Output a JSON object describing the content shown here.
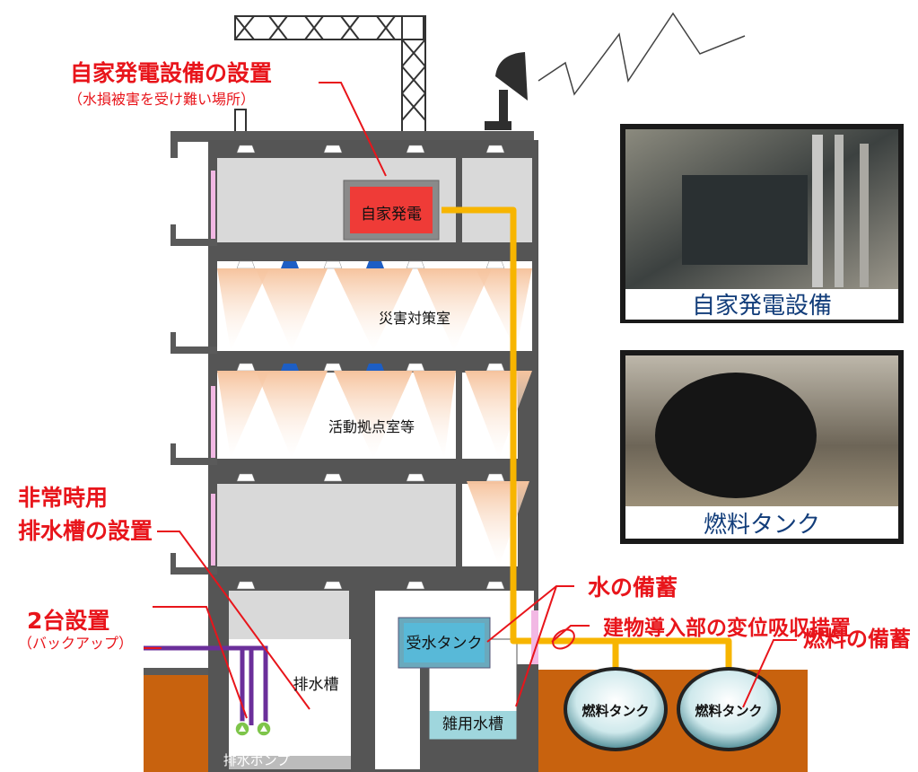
{
  "callouts": {
    "generator_title": "自家発電設備の設置",
    "generator_sub": "（水損被害を受け難い場所）",
    "drain_line1": "非常時用",
    "drain_line2": "排水槽の設置",
    "pump_title": "2台設置",
    "pump_sub": "（バックアップ）",
    "water_storage": "水の備蓄",
    "displacement": "建物導入部の変位吸収措置",
    "fuel_storage": "燃料の備蓄"
  },
  "rooms": {
    "generator": "自家発電",
    "disaster_room": "災害対策室",
    "activity_room": "活動拠点室等",
    "water_tank": "受水タンク",
    "drain_tank": "排水槽",
    "misc_water_tank": "雑用水槽",
    "drain_pump": "排水ポンプ",
    "fuel_tank_1": "燃料タンク",
    "fuel_tank_2": "燃料タンク"
  },
  "photos": {
    "generator_caption": "自家発電設備",
    "fuel_tank_caption": "燃料タンク"
  },
  "colors": {
    "callout_red": "#e8151b",
    "fuel_pipe": "#f7b500",
    "ground": "#c8620e",
    "building_gray": "#555555",
    "generator_red": "#ef3b37",
    "water_tank_blue": "#58b9d8",
    "light_cone": "#f6c7a6"
  }
}
